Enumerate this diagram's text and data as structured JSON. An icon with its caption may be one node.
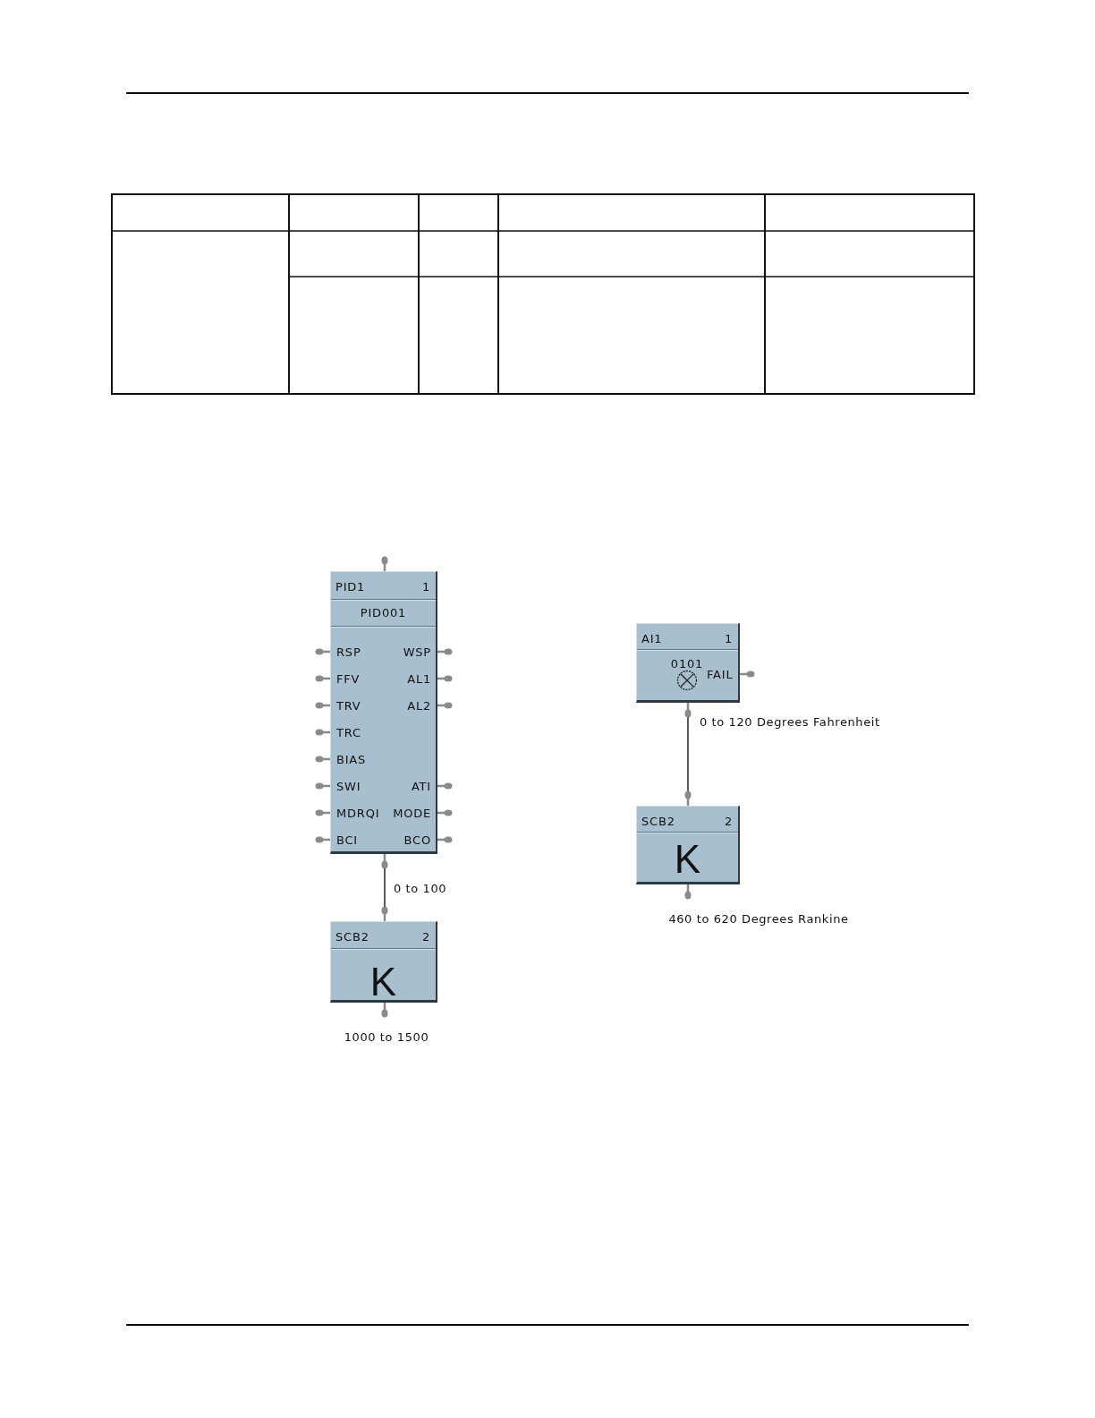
{
  "diagram": {
    "nodes": [
      {
        "text": [
          "PID1",
          "1",
          "PID001",
          "RSP",
          "WSP",
          "FFV",
          "AL1",
          "TRV",
          "AL2",
          "TRC",
          "BIAS",
          "SWI",
          "ATI",
          "MDRQI",
          "MODE",
          "BCI",
          "BCO"
        ]
      },
      {
        "text": [
          "SCB2",
          "2",
          "K"
        ],
        "beside": [
          "1000 to 1500"
        ]
      },
      {
        "text": [
          "AI1",
          "1",
          "0101",
          "FAIL"
        ]
      },
      {
        "text": [
          "SCB2",
          "2",
          "K"
        ],
        "beside": [
          "460 to 620 Degrees Rankine"
        ]
      }
    ],
    "edges": [
      {
        "from": 0,
        "to": 1,
        "arrow": "none",
        "label": "0 to 100"
      },
      {
        "from": 2,
        "to": 3,
        "arrow": "none",
        "label": "0 to 120 Degrees Fahrenheit"
      }
    ]
  }
}
